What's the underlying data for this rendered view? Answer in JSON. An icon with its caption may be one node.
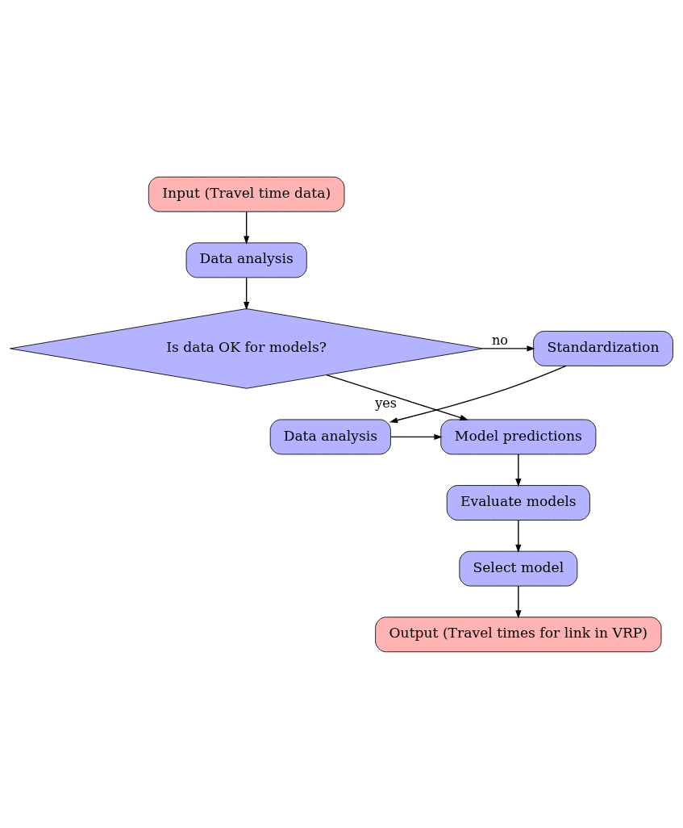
{
  "diagram": {
    "nodes": [
      {
        "text": [
          "Input (Travel time data)"
        ]
      },
      {
        "text": [
          "Data analysis"
        ]
      },
      {
        "text": [
          "Is data OK for models?"
        ]
      },
      {
        "text": [
          "Standardization"
        ]
      },
      {
        "text": [
          "Data analysis"
        ]
      },
      {
        "text": [
          "Model predictions"
        ]
      },
      {
        "text": [
          "Evaluate models"
        ]
      },
      {
        "text": [
          "Select model"
        ]
      },
      {
        "text": [
          "Output (Travel times for link in VRP)"
        ]
      }
    ],
    "edges": [
      {
        "from": 0,
        "to": 1,
        "arrow": "to"
      },
      {
        "from": 1,
        "to": 2,
        "arrow": "to"
      },
      {
        "from": 2,
        "to": 3,
        "arrow": "to",
        "label": "no"
      },
      {
        "from": 3,
        "to": 4,
        "arrow": "to"
      },
      {
        "from": 2,
        "to": 5,
        "arrow": "to",
        "label": "yes"
      },
      {
        "from": 4,
        "to": 5,
        "arrow": "to"
      },
      {
        "from": 5,
        "to": 6,
        "arrow": "to"
      },
      {
        "from": 6,
        "to": 7,
        "arrow": "to"
      },
      {
        "from": 7,
        "to": 8,
        "arrow": "to"
      }
    ]
  }
}
